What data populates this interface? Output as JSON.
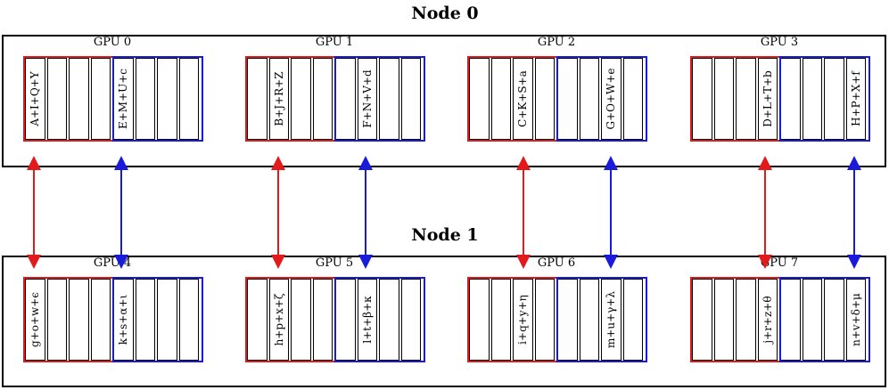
{
  "nodes": [
    {
      "title": "Node 0"
    },
    {
      "title": "Node 1"
    }
  ],
  "gpus": [
    {
      "label": "GPU 0",
      "cells": [
        "A+I+Q+Y",
        "",
        "",
        "",
        "E+M+U+c",
        "",
        "",
        ""
      ]
    },
    {
      "label": "GPU 1",
      "cells": [
        "",
        "B+J+R+Z",
        "",
        "",
        "",
        "F+N+V+d",
        "",
        ""
      ]
    },
    {
      "label": "GPU 2",
      "cells": [
        "",
        "",
        "C+K+S+a",
        "",
        "",
        "",
        "G+O+W+e",
        ""
      ]
    },
    {
      "label": "GPU 3",
      "cells": [
        "",
        "",
        "",
        "D+L+T+b",
        "",
        "",
        "",
        "H+P+X+f"
      ]
    },
    {
      "label": "GPU 4",
      "cells": [
        "g+o+w+ϵ",
        "",
        "",
        "",
        "k+s+α+ι",
        "",
        "",
        ""
      ]
    },
    {
      "label": "GPU 5",
      "cells": [
        "",
        "h+p+x+ζ",
        "",
        "",
        "",
        "l+t+β+κ",
        "",
        ""
      ]
    },
    {
      "label": "GPU 6",
      "cells": [
        "",
        "",
        "i+q+y+η",
        "",
        "",
        "",
        "m+u+γ+λ",
        ""
      ]
    },
    {
      "label": "GPU 7",
      "cells": [
        "",
        "",
        "",
        "j+r+z+θ",
        "",
        "",
        "",
        "n+v+δ+μ"
      ]
    }
  ],
  "colors": {
    "red": "#e31a1c",
    "blue": "#1a1adb"
  }
}
